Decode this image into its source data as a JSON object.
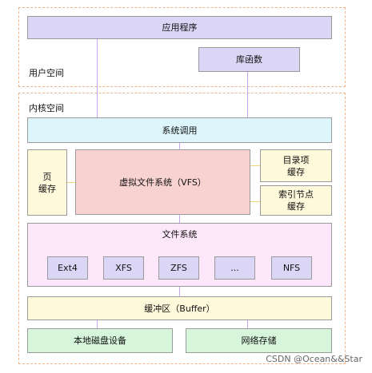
{
  "regions": {
    "user_space_label": "用户空间",
    "kernel_space_label": "内核空间"
  },
  "boxes": {
    "application": "应用程序",
    "library": "库函数",
    "syscall": "系统调用",
    "page_cache": "页\n缓存",
    "vfs": "虚拟文件系统（VFS）",
    "dentry_cache": "目录项\n缓存",
    "inode_cache": "索引节点\n缓存",
    "filesystem": "文件系统",
    "buffer": "缓冲区（Buffer）",
    "local_disk": "本地磁盘设备",
    "network_storage": "网络存储"
  },
  "filesystems": [
    "Ext4",
    "XFS",
    "ZFS",
    "...",
    "NFS"
  ],
  "watermark": "CSDN @Ocean&&Star",
  "colors": {
    "dashed_border": "#f0b48a",
    "purple": "#dcd6f6",
    "cyan": "#dcf6fb",
    "yellow": "#fff9dc",
    "pink": "#f8d2d1",
    "lavender": "#fde8fb",
    "green": "#d6f5da",
    "connector": "#c7a3f4"
  }
}
